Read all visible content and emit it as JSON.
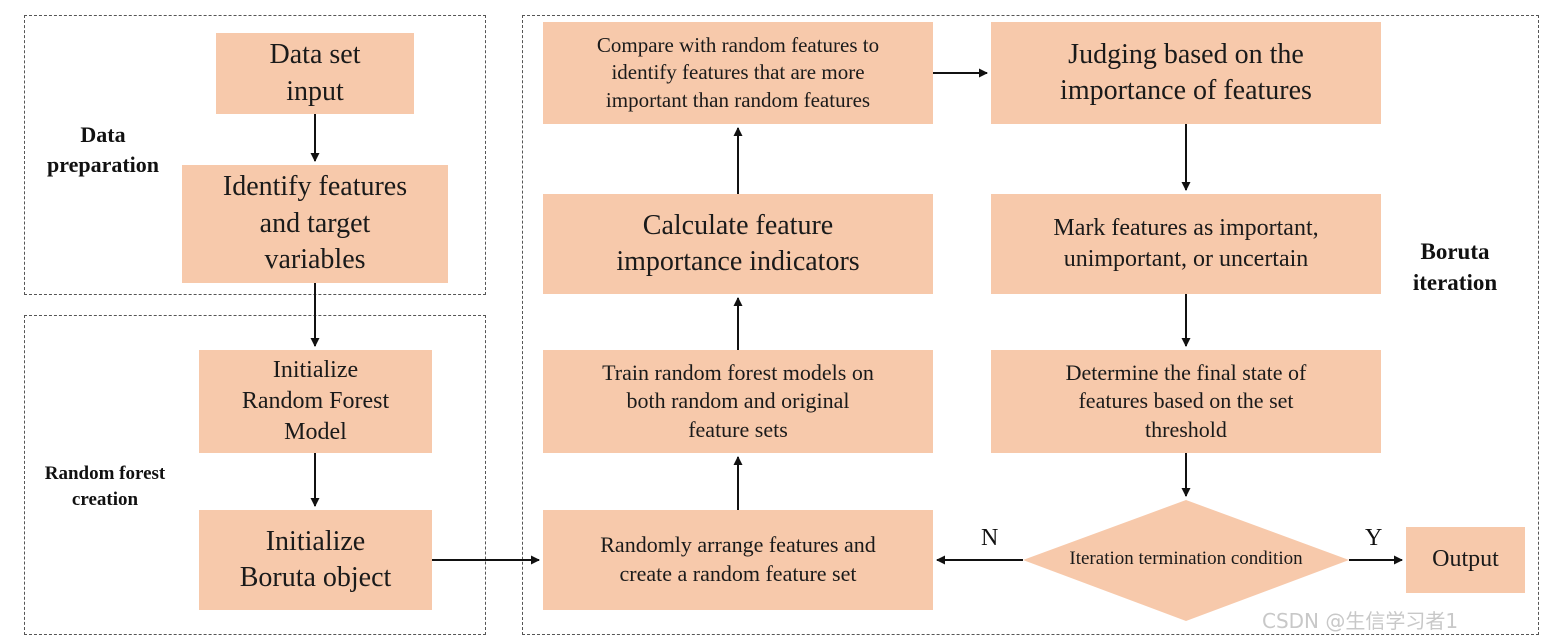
{
  "groups": {
    "data_preparation": "Data\npreparation",
    "random_forest_creation": "Random forest\ncreation",
    "boruta_iteration": "Boruta\niteration"
  },
  "nodes": {
    "data_set_input": "Data set\ninput",
    "identify_features": "Identify features\nand target\nvariables",
    "init_rf_model": "Initialize\nRandom Forest\nModel",
    "init_boruta": "Initialize\nBoruta object",
    "randomly_arrange": "Randomly arrange features and\ncreate a random feature set",
    "train_rf": "Train random forest models on\nboth random and original\nfeature sets",
    "calc_importance": "Calculate feature\nimportance indicators",
    "compare_random": "Compare with random features to\nidentify features that are more\nimportant than random features",
    "judging": "Judging based on the\nimportance of features",
    "mark_features": "Mark features as important,\nunimportant, or uncertain",
    "determine_state": "Determine the final state of\nfeatures based on the set\nthreshold",
    "termination": "Iteration termination condition",
    "output": "Output"
  },
  "edge_labels": {
    "no": "N",
    "yes": "Y"
  },
  "watermark": "CSDN @生信学习者1",
  "colors": {
    "node_fill": "#f7c9ab",
    "border": "#555555",
    "arrow": "#111111"
  }
}
